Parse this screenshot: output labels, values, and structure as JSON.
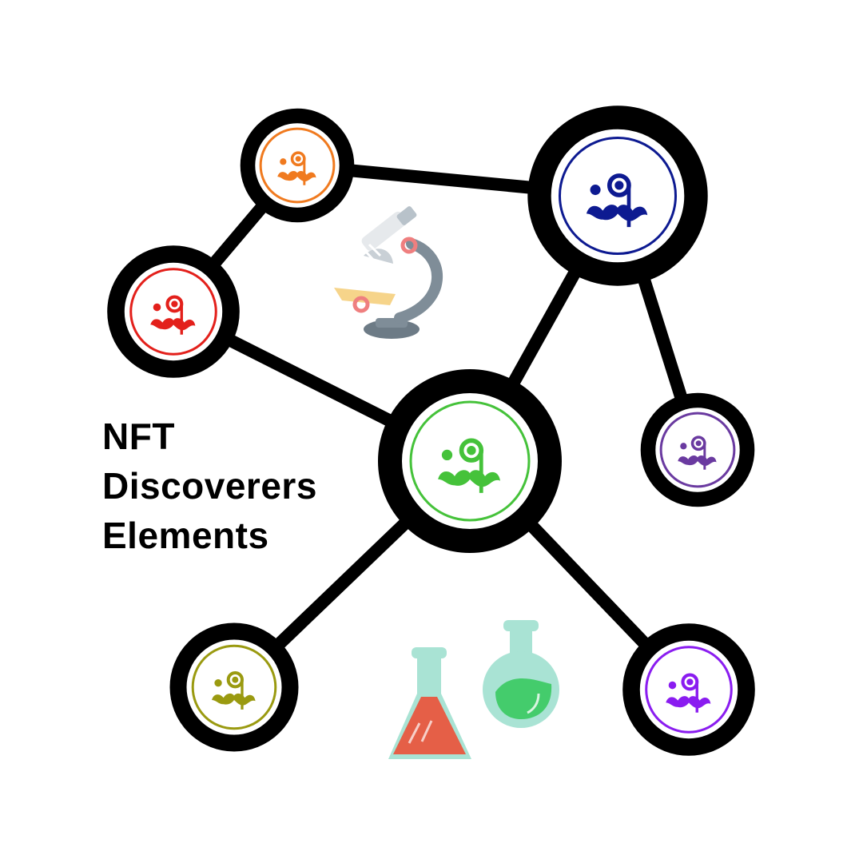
{
  "title": {
    "lines": [
      "NFT",
      "Discoverers",
      "Elements"
    ]
  },
  "nodes": [
    {
      "id": "orange",
      "color": "#f07a1f",
      "icon": "monocle-face-icon"
    },
    {
      "id": "blue",
      "color": "#0d1a91",
      "icon": "monocle-face-icon"
    },
    {
      "id": "red",
      "color": "#e3201b",
      "icon": "monocle-face-icon"
    },
    {
      "id": "green",
      "color": "#45c23a",
      "icon": "monocle-face-icon"
    },
    {
      "id": "purple",
      "color": "#6a3aa0",
      "icon": "monocle-face-icon"
    },
    {
      "id": "olive",
      "color": "#9a9a10",
      "icon": "monocle-face-icon"
    },
    {
      "id": "violet",
      "color": "#8a1cf0",
      "icon": "monocle-face-icon"
    }
  ],
  "edges": [
    [
      "orange",
      "blue"
    ],
    [
      "orange",
      "red"
    ],
    [
      "red",
      "green"
    ],
    [
      "blue",
      "green"
    ],
    [
      "blue",
      "purple"
    ],
    [
      "green",
      "olive"
    ],
    [
      "green",
      "violet"
    ]
  ],
  "decorations": [
    "microscope-icon",
    "erlenmeyer-flask-icon",
    "round-flask-icon"
  ]
}
